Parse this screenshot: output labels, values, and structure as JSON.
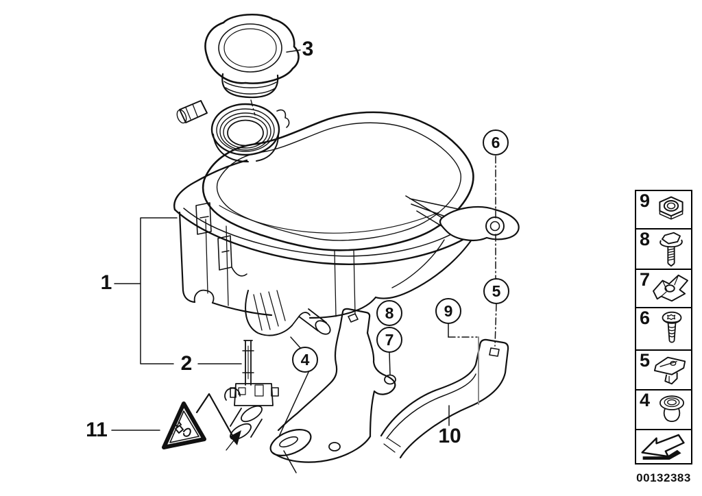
{
  "colors": {
    "line": "#111111",
    "background": "#ffffff",
    "leader_gray": "#8a8a8a"
  },
  "diagram": {
    "title_hint": "expansion-tank-parts-diagram",
    "callouts": {
      "c4": "4",
      "c5": "5",
      "c6": "6",
      "c7": "7",
      "c8": "8",
      "c9": "9"
    },
    "labels": {
      "l1": "1",
      "l2": "2",
      "l3": "3",
      "l10": "10",
      "l11": "11"
    }
  },
  "legend": {
    "items": [
      {
        "num": "9",
        "icon": "hex-nut-icon"
      },
      {
        "num": "8",
        "icon": "flange-bolt-icon"
      },
      {
        "num": "7",
        "icon": "clip-nut-icon"
      },
      {
        "num": "6",
        "icon": "torx-screw-icon"
      },
      {
        "num": "5",
        "icon": "expansion-rivet-icon"
      },
      {
        "num": "4",
        "icon": "grommet-icon"
      }
    ],
    "back_arrow": "back-arrow-icon"
  },
  "footer": {
    "image_number": "00132383"
  }
}
